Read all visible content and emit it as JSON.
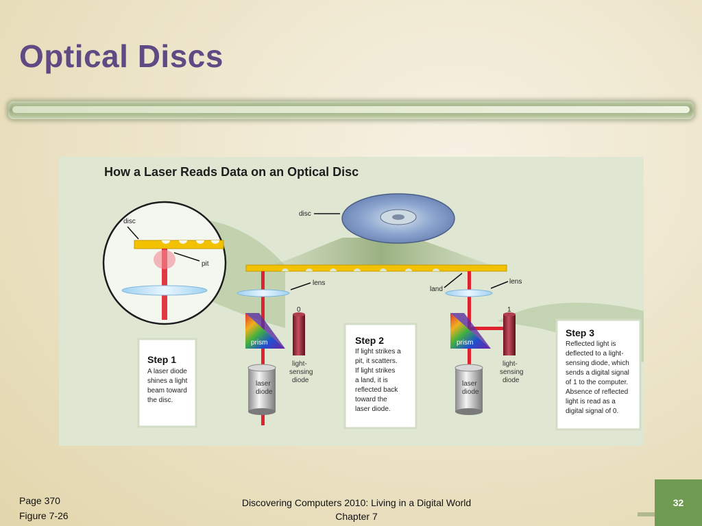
{
  "slide": {
    "title": "Optical Discs",
    "page_number": "32"
  },
  "figure": {
    "heading": "How a Laser Reads Data on an Optical Disc",
    "labels": {
      "disc_inset": "disc",
      "pit": "pit",
      "disc_main": "disc",
      "lens_left": "lens",
      "lens_right": "lens",
      "land": "land",
      "zero": "0",
      "one": "1",
      "prism_left": "prism",
      "prism_right": "prism",
      "laser_left_1": "laser",
      "laser_left_2": "diode",
      "laser_right_1": "laser",
      "laser_right_2": "diode",
      "sensor_left_1": "light-",
      "sensor_left_2": "sensing",
      "sensor_left_3": "diode",
      "sensor_right_1": "light-",
      "sensor_right_2": "sensing",
      "sensor_right_3": "diode"
    },
    "steps": [
      {
        "title": "Step 1",
        "lines": [
          "A laser diode",
          "shines a light",
          "beam toward",
          "the disc."
        ]
      },
      {
        "title": "Step 2",
        "lines": [
          "If light strikes a",
          "pit, it scatters.",
          "If light strikes",
          "a land, it is",
          "reflected back",
          "toward the",
          "laser diode."
        ]
      },
      {
        "title": "Step 3",
        "lines": [
          "Reflected light is",
          "deflected to a light-",
          "sensing diode, which",
          "sends a digital signal",
          "of 1 to the computer.",
          "Absence of reflected",
          "light is read as a",
          "digital signal of 0."
        ]
      }
    ]
  },
  "footer": {
    "page_ref": "Page 370",
    "figure_ref": "Figure 7-26",
    "book_title": "Discovering Computers 2010: Living in a Digital World",
    "chapter": "Chapter 7"
  },
  "colors": {
    "title": "#5f4a84",
    "figure_bg": "#dfe6d2",
    "laser_beam": "#e0222e",
    "disc_strip": "#f2c200",
    "page_badge": "#6e9a52"
  }
}
